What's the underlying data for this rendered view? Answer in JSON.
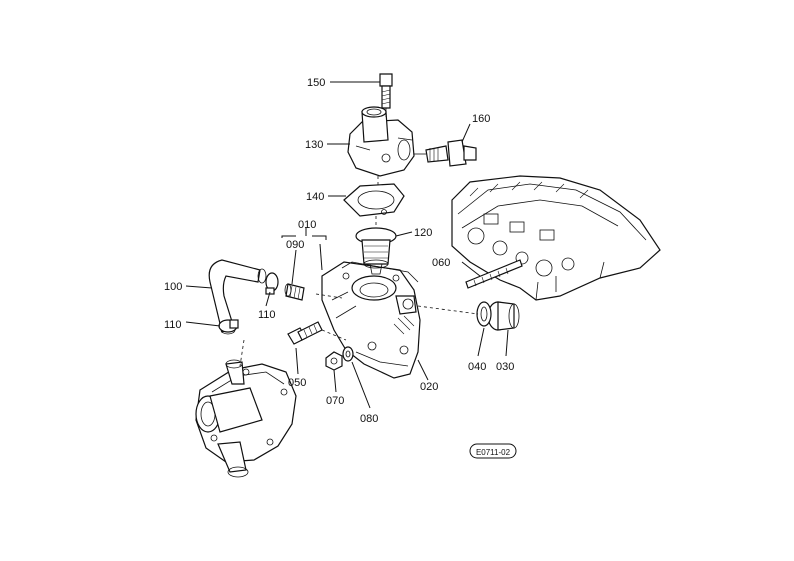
{
  "callouts": {
    "p150": "150",
    "p160": "160",
    "p130": "130",
    "p140": "140",
    "p120": "120",
    "p010": "010",
    "p090": "090",
    "p100": "100",
    "p110a": "110",
    "p110b": "110",
    "p060": "060",
    "p050": "050",
    "p070": "070",
    "p080": "080",
    "p020": "020",
    "p040": "040",
    "p030": "030"
  },
  "stamp": "E0711-02"
}
